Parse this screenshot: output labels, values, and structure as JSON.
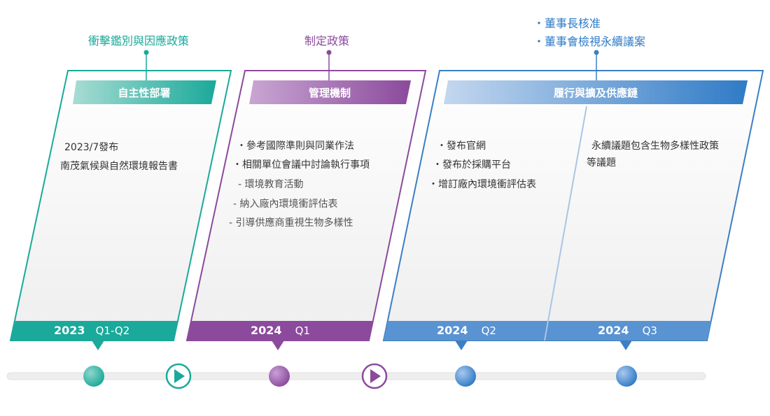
{
  "colors": {
    "teal": "#1aa99a",
    "purple": "#8b4a9c",
    "blue": "#3b7fc4",
    "track": "#e6e6e6"
  },
  "stages": [
    {
      "top_labels": [
        "衝擊鑑別與因應政策"
      ],
      "title": "自主性部署",
      "lines": [
        "2023/7發布",
        "南茂氣候與自然環境報告書"
      ],
      "year": "2023",
      "quarter": "Q1-Q2"
    },
    {
      "top_labels": [
        "制定政策"
      ],
      "title": "管理機制",
      "lines": [
        "・參考國際準則與同業作法",
        "・相關單位會議中討論執行事項",
        "- 環境教育活動",
        "- 納入廠內環境衝評估表",
        "- 引導供應商重視生物多樣性"
      ],
      "year": "2024",
      "quarter": "Q1"
    },
    {
      "top_labels": [
        "・董事長核准",
        "・董事會檢視永續議案"
      ],
      "title": "履行與擴及供應鏈",
      "lines": [
        "・發布官網",
        "・發布於採購平台",
        "・增訂廠內環境衝評估表"
      ],
      "year": "2024",
      "quarter": "Q2"
    },
    {
      "lines": [
        "永續議題包含生物多樣性政策",
        "等議題"
      ],
      "year": "2024",
      "quarter": "Q3"
    }
  ],
  "timeline": {
    "nodes": [
      "teal-dot",
      "teal-play-icon",
      "purple-dot",
      "purple-play-icon",
      "blue-dot",
      "blue-dot"
    ]
  }
}
